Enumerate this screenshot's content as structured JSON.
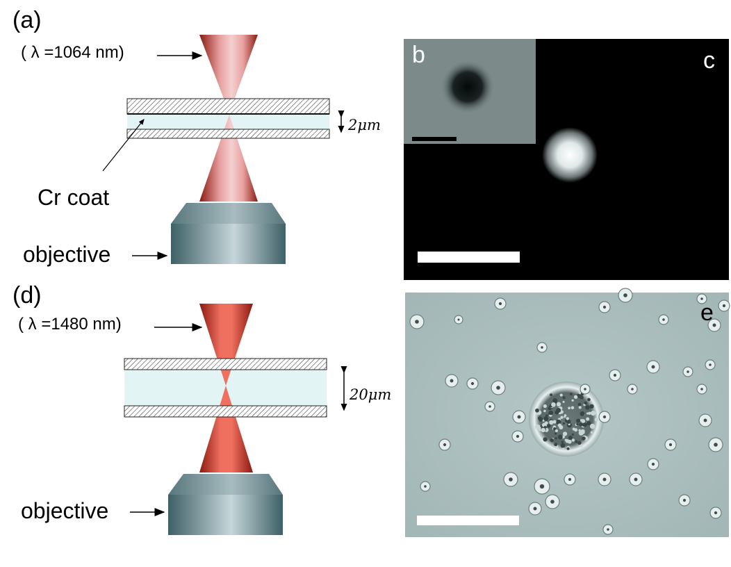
{
  "panels": {
    "a": {
      "label": "(a)",
      "wavelength": "( λ =1064 nm)",
      "thickness": "2μm",
      "coat_label": "Cr coat",
      "objective_label": "objective"
    },
    "b": {
      "label": "b"
    },
    "c": {
      "label": "c"
    },
    "d": {
      "label": "(d)",
      "wavelength": "( λ =1480 nm)",
      "thickness": "20μm",
      "objective_label": "objective"
    },
    "e": {
      "label": "e"
    }
  },
  "colors": {
    "beam_1064": "#e8a0a0",
    "beam_1480": "#f07060",
    "chamber_fill": "#e2f4f4",
    "objective": "#7f9a9e"
  }
}
